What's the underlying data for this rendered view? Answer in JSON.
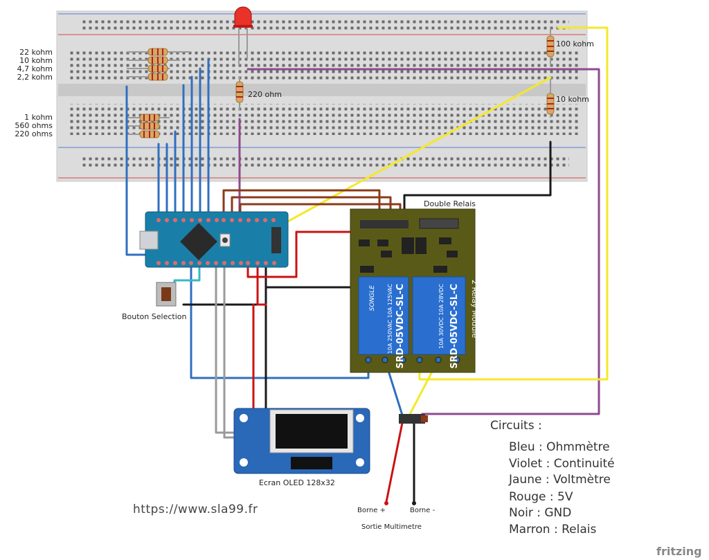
{
  "resistor_labels": {
    "r22k": "22 kohm",
    "r10k": "10 kohm",
    "r4k7": "4,7 kohm",
    "r2k2": "2,2 kohm",
    "r1k": "1 kohm",
    "r560": "560 ohms",
    "r220": "220 ohms",
    "r220_led": "220 ohm",
    "r100k": "100 kohm",
    "r10k_div": "10 kohm"
  },
  "components": {
    "relay_title": "Double Relais",
    "relay_model_1": "SRD-05VDC-SL-C",
    "relay_model_2": "SRD-05VDC-SL-C",
    "relay_spec_a": "10A 250VAC 10A 125VAC",
    "relay_spec_b": "10A 30VDC 10A 28VDC",
    "relay_brand": "SONGLE",
    "relay_module": "2 Relay Module",
    "button_label": "Bouton Selection",
    "oled_label": "Ecran OLED 128x32",
    "borne_plus": "Borne +",
    "borne_minus": "Borne -",
    "sortie": "Sortie Multimetre"
  },
  "legend": {
    "title": "Circuits :",
    "items": [
      "Bleu : Ohmmètre",
      "Violet : Continuité",
      "Jaune : Voltmètre",
      "Rouge : 5V",
      "Noir : GND",
      "Marron : Relais"
    ]
  },
  "url": "https://www.sla99.fr",
  "watermark": "fritzing",
  "colors": {
    "blue": "#2f6fbf",
    "violet": "#8e4a8e",
    "yellow": "#f5e829",
    "red": "#cc1111",
    "black": "#1a1a1a",
    "brown": "#8b3a1a",
    "grey": "#9a9a9a",
    "cyan": "#35b8c8",
    "relay_board": "#5a5a18",
    "arduino": "#1a7fa8",
    "oled_board": "#2a68b8"
  }
}
